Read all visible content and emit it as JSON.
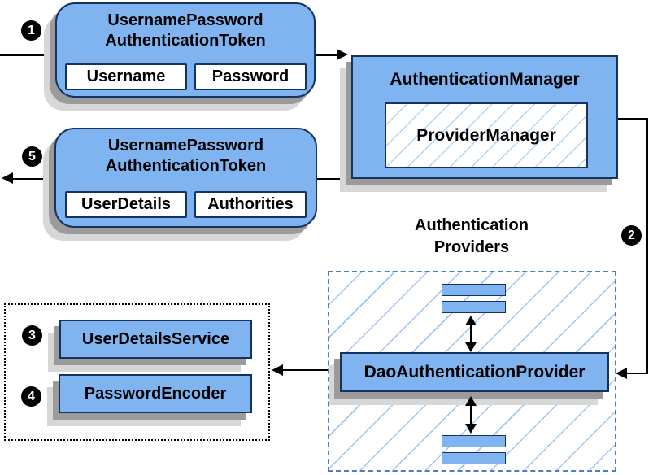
{
  "diagram": {
    "token_request": {
      "title_line1": "UsernamePassword",
      "title_line2": "AuthenticationToken",
      "fields": [
        "Username",
        "Password"
      ]
    },
    "auth_manager": {
      "title": "AuthenticationManager",
      "inner": "ProviderManager"
    },
    "token_response": {
      "title_line1": "UsernamePassword",
      "title_line2": "AuthenticationToken",
      "fields": [
        "UserDetails",
        "Authorities"
      ]
    },
    "providers_label": {
      "line1": "Authentication",
      "line2": "Providers"
    },
    "dao_provider": "DaoAuthenticationProvider",
    "services": [
      "UserDetailsService",
      "PasswordEncoder"
    ],
    "steps": [
      "1",
      "2",
      "3",
      "4",
      "5"
    ]
  },
  "colors": {
    "box_fill": "#80b4f0",
    "box_border": "#14335e",
    "hatch_line": "#b5d3f5",
    "dashed_border": "#4a7fc1",
    "shadow_dark": "#9b9b9b",
    "shadow_light": "#d7d7d7",
    "badge_bg": "#000000",
    "badge_text": "#ffffff"
  }
}
